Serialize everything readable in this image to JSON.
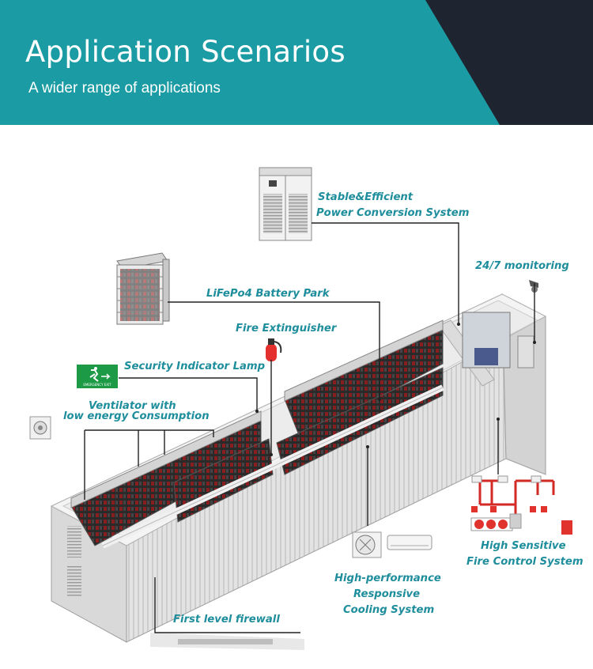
{
  "header": {
    "title": "Application Scenarios",
    "subtitle": "A wider range of applications",
    "colors": {
      "teal": "#1b9ba4",
      "dark": "#1f2530"
    }
  },
  "labels": {
    "pcs": [
      "Stable&Efficient",
      "Power Conversion System"
    ],
    "monitoring": "24/7 monitoring",
    "battery_park": "LiFePo4 Battery Park",
    "fire_extinguisher": "Fire Extinguisher",
    "security_lamp": "Security Indicator Lamp",
    "ventilator": [
      "Ventilator with",
      "low energy Consumption"
    ],
    "fire_control": [
      "High Sensitive",
      "Fire Control System"
    ],
    "cooling": [
      "High-performance",
      "Responsive",
      "Cooling System"
    ],
    "firewall": "First level firewall",
    "exit_sign": "EMERGENCY EXIT"
  },
  "colors": {
    "label": "#1e8d9c",
    "fire_label": "#e2312e",
    "leader": "#222222"
  }
}
